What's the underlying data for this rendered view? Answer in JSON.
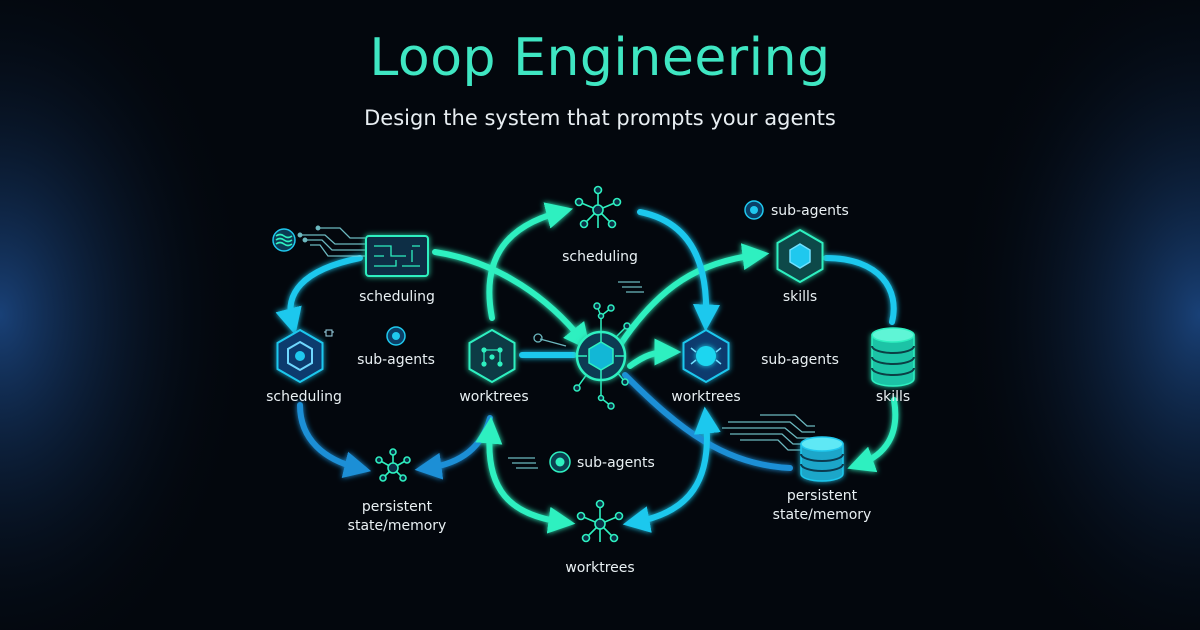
{
  "title": "Loop Engineering",
  "subtitle": "Design the system that prompts your agents",
  "colors": {
    "background": "#03070d",
    "title": "#3fe6c2",
    "teal": "#2ef0c0",
    "cyan": "#1fc8ee",
    "blue": "#1f8fd6",
    "text": "#e9f0f3"
  },
  "labels": {
    "left_scheduling_top": "scheduling",
    "left_sub_agents": "sub-agents",
    "left_scheduling": "scheduling",
    "left_persistent_line1": "persistent",
    "left_persistent_line2": "state/memory",
    "top_scheduling": "scheduling",
    "center_worktrees_left": "worktrees",
    "center_worktrees_right": "worktrees",
    "bottom_sub_agents": "sub-agents",
    "bottom_worktrees": "worktrees",
    "right_sub_agents_top": "sub-agents",
    "right_skills_top": "skills",
    "right_sub_agents_mid": "sub-agents",
    "right_skills": "skills",
    "right_persistent_line1": "persistent",
    "right_persistent_line2": "state/memory"
  },
  "icons": {
    "chip": "chip-icon",
    "hexagon": "hexagon-icon",
    "network": "network-icon",
    "hub": "central-hub-icon",
    "database": "database-icon",
    "dot": "dot-icon",
    "waves": "waves-icon"
  }
}
